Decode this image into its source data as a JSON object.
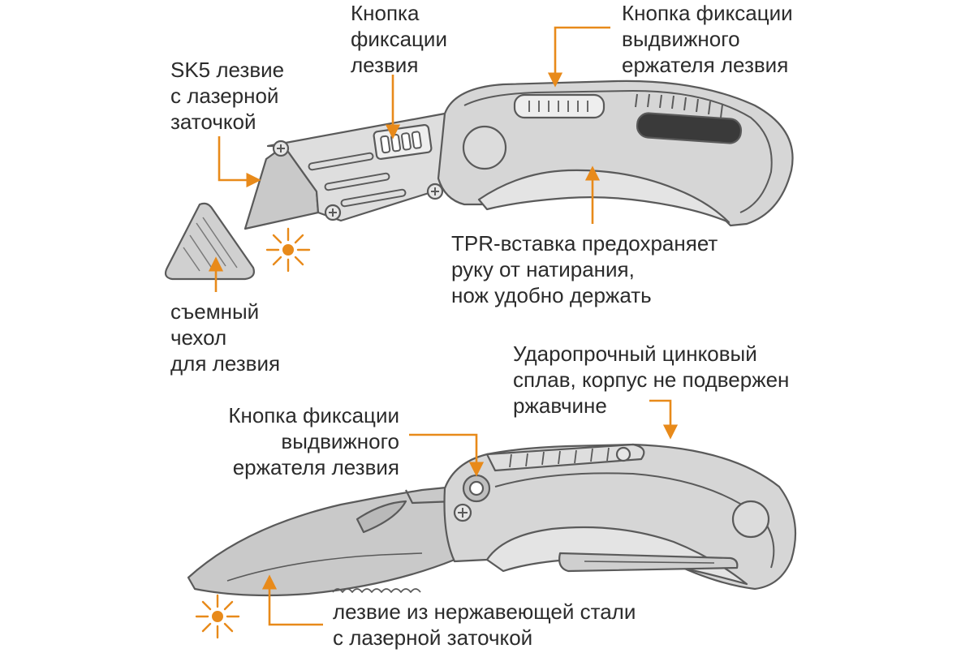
{
  "labels": {
    "sk5_blade": "SK5 лезвие\nс лазерной\nзаточкой",
    "blade_lock_button": "Кнопка\nфиксации\nлезвия",
    "holder_lock_button_top": "Кнопка фиксации\nвыдвижного\nержателя лезвия",
    "tpr_insert": "TPR-вставка предохраняет\nруку от натирания,\nнож удобно держать",
    "blade_cover": "съемный\nчехол\nдля лезвия",
    "zinc_alloy": "Ударопрочный цинковый\nсплав, корпус не подвержен\nржавчине",
    "holder_lock_button_bottom": "Кнопка фиксации\nвыдвижного\nержателя лезвия",
    "steel_blade": "лезвие из нержавеющей стали\nс лазерной заточкой"
  },
  "colors": {
    "accent": "#e88a1a",
    "outline": "#5a5a5a",
    "body_fill": "#d6d6d6",
    "blade_fill": "#c9c9c9",
    "dark_slot": "#3a3a3a",
    "text": "#2b2b2b"
  },
  "icons": {
    "sparkle": "sparkle-icon",
    "screw": "screw-icon"
  }
}
